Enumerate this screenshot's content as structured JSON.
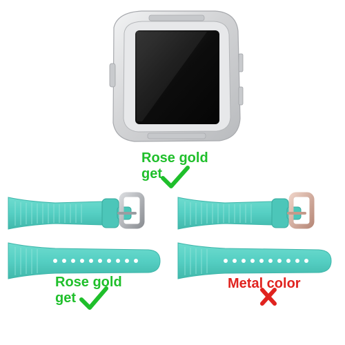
{
  "frame": {
    "icon": "watch-frame-icon",
    "caption_primary": "Rose gold",
    "caption_secondary": "get",
    "status": "check"
  },
  "bands": [
    {
      "buckle_finish": "silver",
      "caption_primary": "Rose gold",
      "caption_secondary": "get",
      "status": "check"
    },
    {
      "buckle_finish": "rose gold",
      "caption_primary": "Metal color",
      "caption_secondary": "",
      "status": "cross"
    }
  ],
  "colors": {
    "band": "#55cfc3",
    "band_dark": "#3fb6aa",
    "caption_ok": "#1fbf2b",
    "caption_bad": "#e0231f",
    "frame_metal": "#d6d7d9",
    "screen": "#141414",
    "buckle_silver": "#a9acb0",
    "buckle_rose": "#d2aa9b"
  }
}
